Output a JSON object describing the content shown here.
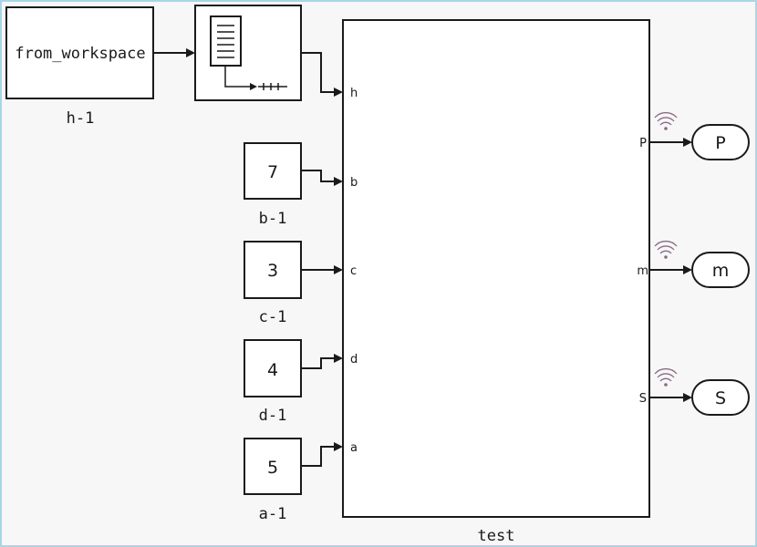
{
  "model": {
    "from_workspace": {
      "label": "from_workspace",
      "name": "h-1"
    },
    "constants": [
      {
        "id": "b",
        "value": "7",
        "name": "b-1"
      },
      {
        "id": "c",
        "value": "3",
        "name": "c-1"
      },
      {
        "id": "d",
        "value": "4",
        "name": "d-1"
      },
      {
        "id": "a",
        "value": "5",
        "name": "a-1"
      }
    ],
    "subsystem": {
      "name": "test",
      "inports": [
        "h",
        "b",
        "c",
        "d",
        "a"
      ],
      "outports": [
        "P",
        "m",
        "S"
      ]
    },
    "outputs": [
      "P",
      "m",
      "S"
    ],
    "colors": {
      "line": "#1a1a1a",
      "signal_icon": "#8a6a80",
      "border": "#a9d6e5"
    }
  }
}
